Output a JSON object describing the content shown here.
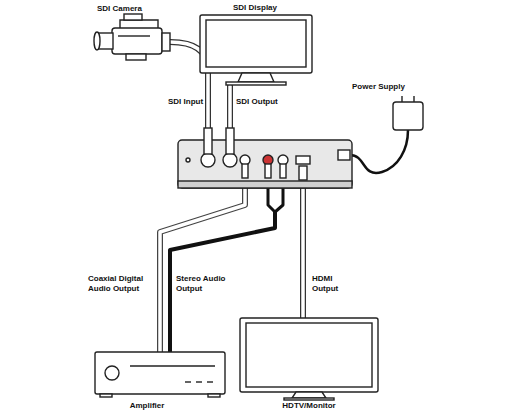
{
  "diagram": {
    "nodes": [
      {
        "text": [
          "SDI Camera"
        ]
      },
      {
        "text": [
          "SDI Display"
        ]
      },
      {
        "text": [
          "Power Supply"
        ]
      },
      {
        "text": [
          "Amplifier"
        ]
      },
      {
        "text": [
          "HDTV/Monitor"
        ]
      }
    ],
    "labels": [
      "SDI Input",
      "SDI Output",
      "Coaxial Digital Audio Output",
      "Stereo Audio Output",
      "HDMI Output"
    ]
  }
}
